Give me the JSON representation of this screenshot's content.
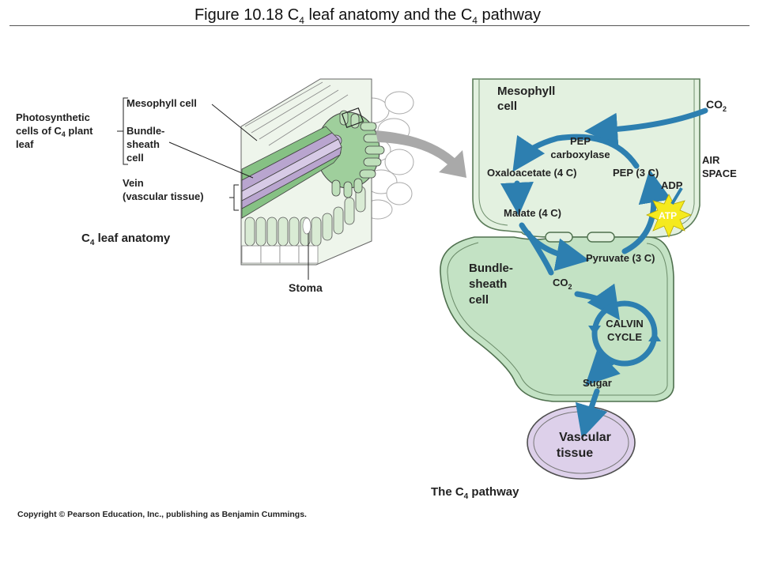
{
  "title": {
    "prefix": "Figure 10.18  C",
    "sub1": "4",
    "middle": "  leaf anatomy and the C",
    "sub2": "4",
    "suffix": "  pathway"
  },
  "anatomy": {
    "photosynthetic_line1": "Photosynthetic",
    "photosynthetic_line2a": "cells of C",
    "photosynthetic_sub": "4",
    "photosynthetic_line2b": " plant",
    "photosynthetic_line3": "leaf",
    "mesophyll_cell": "Mesophyll cell",
    "bundle_sheath_line1": "Bundle-",
    "bundle_sheath_line2": "sheath",
    "bundle_sheath_line3": "cell",
    "vein_line1": "Vein",
    "vein_line2": "(vascular tissue)",
    "caption_a": "C",
    "caption_sub": "4",
    "caption_b": " leaf anatomy",
    "stoma": "Stoma"
  },
  "pathway": {
    "mesophyll_line1": "Mesophyll",
    "mesophyll_line2": "cell",
    "co2_top": "CO",
    "co2_top_sub": "2",
    "air_space_line1": "AIR",
    "air_space_line2": "SPACE",
    "pep_carboxylase_line1": "PEP",
    "pep_carboxylase_line2": "carboxylase",
    "oxaloacetate": "Oxaloacetate (4 C)",
    "pep": "PEP (3 C)",
    "adp": "ADP",
    "atp": "ATP",
    "malate": "Malate (4 C)",
    "pyruvate": "Pyruvate (3 C)",
    "bundle_sheath_line1": "Bundle-",
    "bundle_sheath_line2": "sheath",
    "bundle_sheath_line3": "cell",
    "co2_inner": "CO",
    "co2_inner_sub": "2",
    "calvin_line1": "CALVIN",
    "calvin_line2": "CYCLE",
    "sugar": "Sugar",
    "vascular_line1": "Vascular",
    "vascular_line2": "tissue",
    "caption_a": "The C",
    "caption_sub": "4",
    "caption_b": " pathway"
  },
  "copyright": "Copyright © Pearson Education, Inc., publishing as Benjamin Cummings.",
  "colors": {
    "mesophyll_fill": "#e3f1e0",
    "bundle_sheath_fill": "#c3e2c4",
    "vascular_fill": "#ddd0ea",
    "arrow_blue": "#2d7fb0",
    "atp_yellow": "#f5ea1e",
    "vein_purple": "#b9a5cf"
  }
}
